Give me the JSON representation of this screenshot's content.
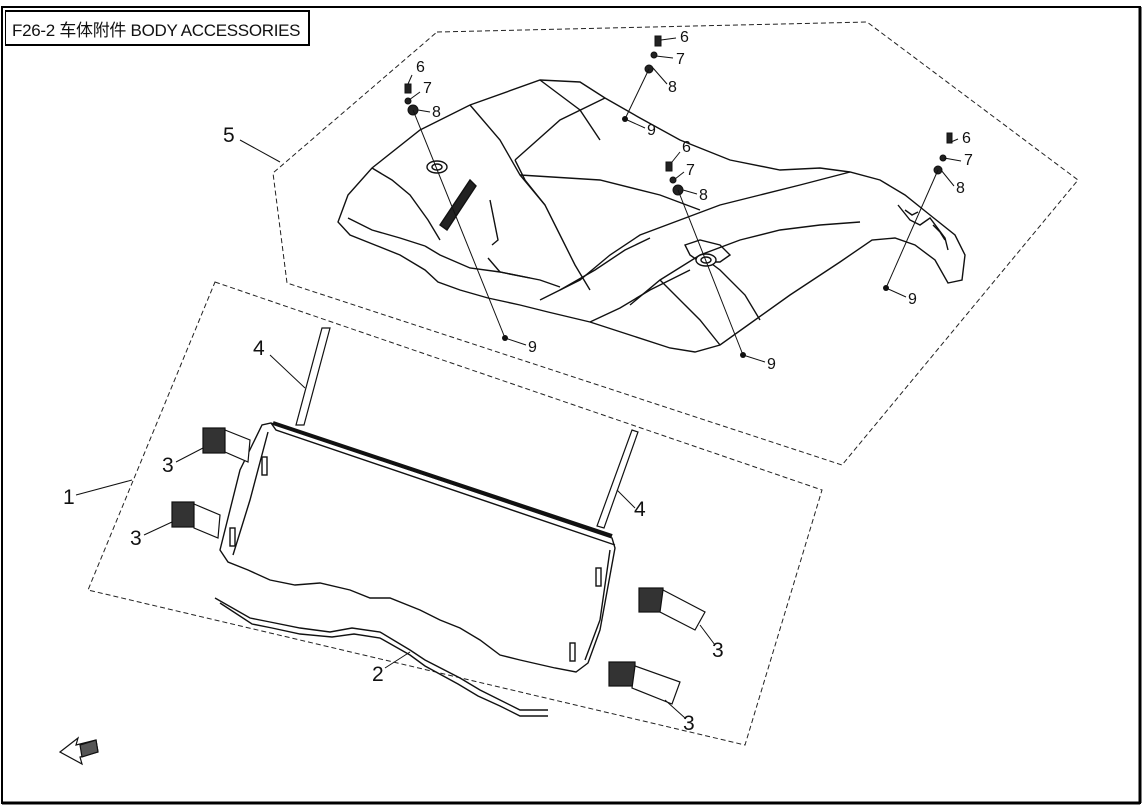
{
  "title": "F26-2 车体附件 BODY ACCESSORIES",
  "callouts": {
    "roof_assembly": "5",
    "windshield_assembly": "1",
    "windshield_seal": "2",
    "clamp": "3",
    "support_strip": "4",
    "bolt": "6",
    "washer": "7",
    "nut": "8",
    "clip": "9"
  },
  "icons": {
    "direction": "front-direction-arrow-icon"
  }
}
